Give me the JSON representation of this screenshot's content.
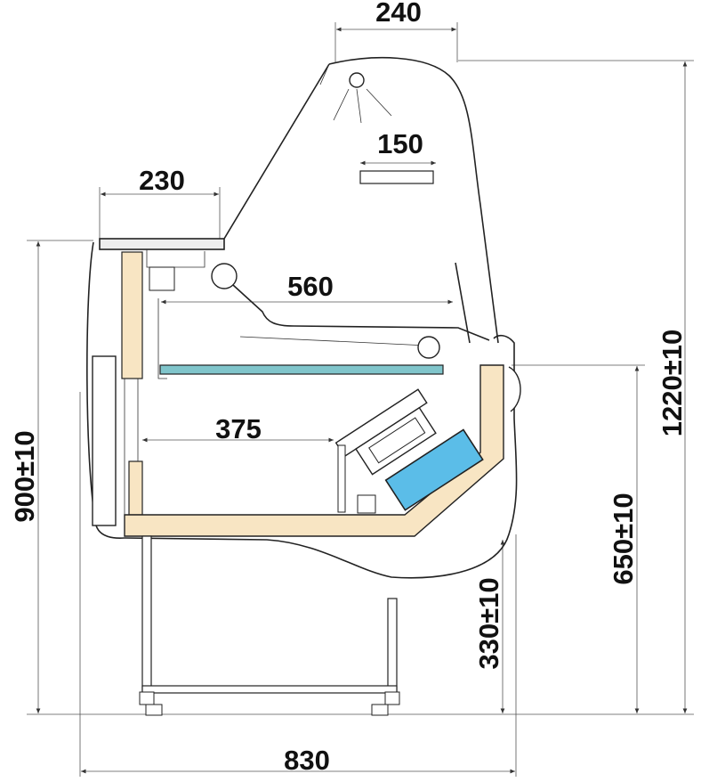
{
  "title": "Refrigerated display counter side section",
  "dimensions": {
    "light_width": "240",
    "light_module": "150",
    "top_shelf_depth": "230",
    "display_depth": "560",
    "storage_depth": "375",
    "total_height": "900±10",
    "glass_height": "1220±10",
    "work_height": "650±10",
    "base_height": "330±10",
    "total_depth": "830"
  },
  "colors": {
    "insulation": "#F8E5C3",
    "tray": "#5BBDE8",
    "shelf": "#80C5CB"
  }
}
